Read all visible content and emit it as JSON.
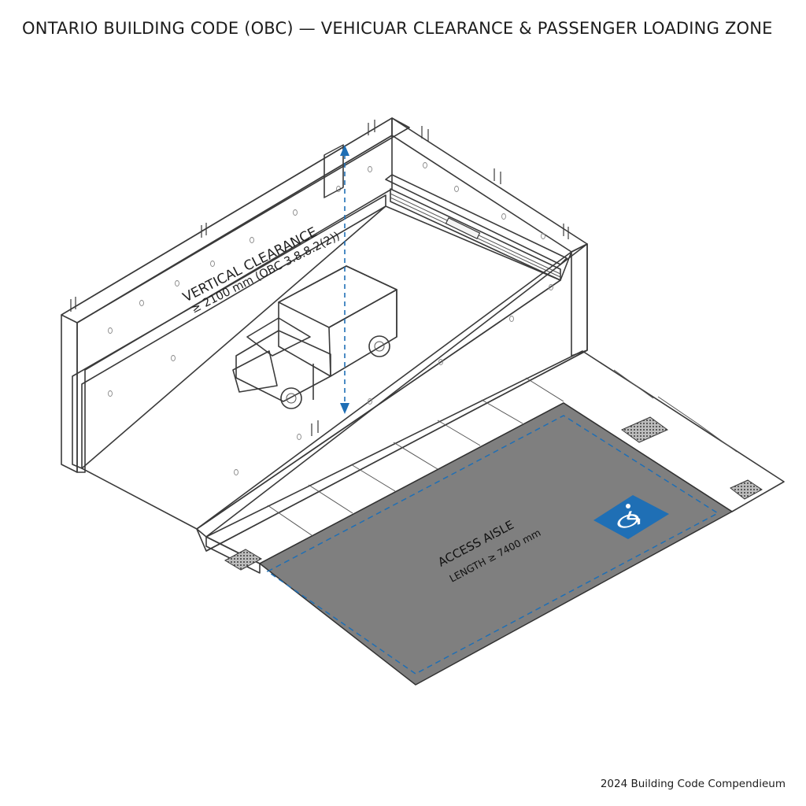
{
  "header": {
    "title": "ONTARIO BUILDING CODE (OBC) — VEHICUAR CLEARANCE & PASSENGER LOADING ZONE"
  },
  "annotations": {
    "vertical_clearance": {
      "label": "VERTICAL CLEARANCE",
      "requirement": "≥ 2100 mm (OBC 3.8.8.2(2))"
    },
    "access_aisle": {
      "label": "ACCESS AISLE",
      "requirement": "LENGTH ≥ 7400 mm"
    }
  },
  "icons": {
    "accessibility": "wheelchair-accessibility-icon"
  },
  "colors": {
    "accent_blue": "#1f6fb5",
    "aisle_asphalt": "#7f7f7f",
    "concrete": "#ececec"
  },
  "footer": {
    "credit": "2024 Building Code Compendieum"
  }
}
